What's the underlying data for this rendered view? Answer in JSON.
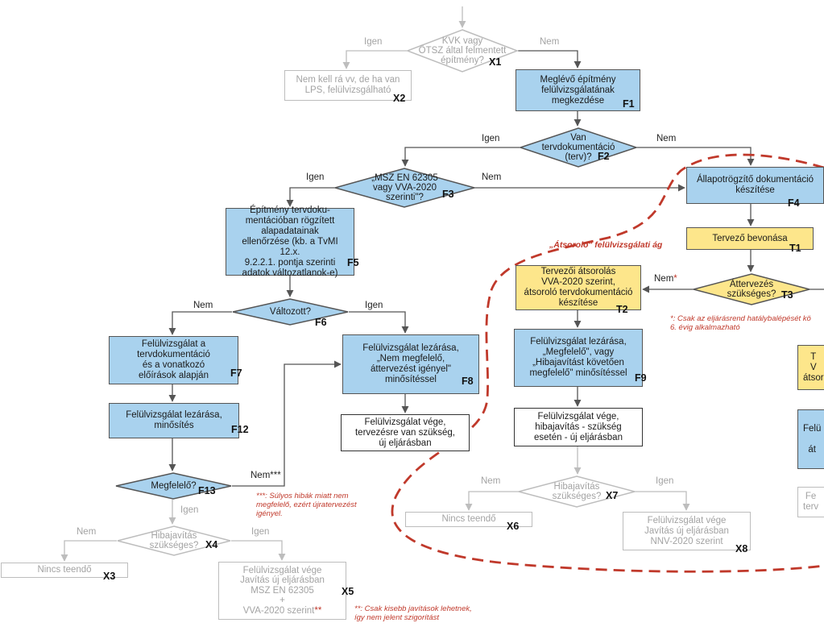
{
  "nodes": {
    "x1": {
      "text": "KVK vagy\nÖTSZ által felmentett\népítmény?",
      "code": "X1"
    },
    "x2": {
      "text": "Nem kell rá vv, de ha van\nLPS, felülvizsgálható",
      "code": "X2"
    },
    "f1": {
      "text": "Meglévő építmény\nfelülvizsgálatának\nmegkezdése",
      "code": "F1"
    },
    "f2": {
      "text": "Van\ntervdokumentáció\n(terv)?",
      "code": "F2"
    },
    "f3": {
      "text": "„MSZ EN 62305\nvagy VVA-2020\nszerinti\"?",
      "code": "F3"
    },
    "f4": {
      "text": "Állapotrögzítő dokumentáció\nkészítése",
      "code": "F4"
    },
    "f5": {
      "text": "Építmény tervdoku-\nmentációban rögzített\nalapadatainak\nellenőrzése (kb. a TvMI 12.x.\n9.2.2.1. pontja szerinti\nadatok változatlanok-e)",
      "code": "F5"
    },
    "t1": {
      "text": "Tervező bevonása",
      "code": "T1"
    },
    "t2": {
      "text": "Tervezői átsorolás\nVVA-2020 szerint,\nátsoroló tervdokumentáció\nkészítése",
      "code": "T2"
    },
    "t3": {
      "text": "Áttervezés\nszükséges?",
      "code": "T3"
    },
    "f6": {
      "text": "Változott?",
      "code": "F6"
    },
    "f7": {
      "text": "Felülvizsgálat a\ntervdokumentáció\nés a vonatkozó\nelőírások alapján",
      "code": "F7"
    },
    "f8": {
      "text": "Felülvizsgálat lezárása,\n„Nem megfelelő,\náttervezést igényel\"\nminősítéssel",
      "code": "F8"
    },
    "f9": {
      "text": "Felülvizsgálat lezárása,\n„Megfelelő\", vagy\n„Hibajavítást követően\nmegfelelő\" minősítéssel",
      "code": "F9"
    },
    "f12": {
      "text": "Felülvizsgálat lezárása,\nminősítés",
      "code": "F12"
    },
    "f13": {
      "text": "Megfelelő?",
      "code": "F13"
    },
    "end1": {
      "text": "Felülvizsgálat vége,\ntervezésre van szükség,\núj eljárásban"
    },
    "end2": {
      "text": "Felülvizsgálat vége,\nhibajavítás - szükség\nesetén - új eljárásban"
    },
    "x4": {
      "text": "Hibajavítás\nszükséges?",
      "code": "X4"
    },
    "x3": {
      "text": "Nincs teendő",
      "code": "X3"
    },
    "x5": {
      "text": "Felülvizsgálat vége\nJavítás új eljárásban\nMSZ EN 62305\n+\nVVA-2020 szerint",
      "code": "X5",
      "stars": "**"
    },
    "x7": {
      "text": "Hibajavítás\nszükséges?",
      "code": "X7"
    },
    "x6": {
      "text": "Nincs teendő",
      "code": "X6"
    },
    "x8": {
      "text": "Felülvizsgálat vége\nJavítás új eljárásban\nNNV-2020 szerint",
      "code": "X8"
    },
    "cut1": {
      "text": "T\nV\nátsor"
    },
    "cut2": {
      "text": "Felü\n\nát"
    },
    "cut3": {
      "text": "Fe\nterv"
    }
  },
  "edge_labels": {
    "x1_yes": "Igen",
    "x1_no": "Nem",
    "f2_yes": "Igen",
    "f2_no": "Nem",
    "f3_yes": "Igen",
    "f3_no": "Nem",
    "f6_no": "Nem",
    "f6_yes": "Igen",
    "f13_no": "Nem",
    "f13_no_stars": "***",
    "f13_yes": "Igen",
    "x4_no": "Nem",
    "x4_yes": "Igen",
    "t3_no": "Nem",
    "t3_no_star": "*",
    "x7_no": "Nem",
    "x7_yes": "Igen"
  },
  "notes": {
    "branch_label": "„Átsoroló\" felülvizsgálati ág",
    "note_star": "*: Csak az eljárásrend hatálybalépését kö\n6. évig alkalmazható",
    "note_triple": "***: Súlyos hibák miatt nem\nmegfelelő, ezért újratervezést\nigényel.",
    "note_double": "**: Csak kisebb javítások lehetnek,\nígy nem jelent szigorítást"
  },
  "colors": {
    "blue_box": "#a9d2ee",
    "yellow_box": "#fde68b",
    "red_dashed": "#c0392b",
    "grey_text": "#a3a3a3"
  }
}
